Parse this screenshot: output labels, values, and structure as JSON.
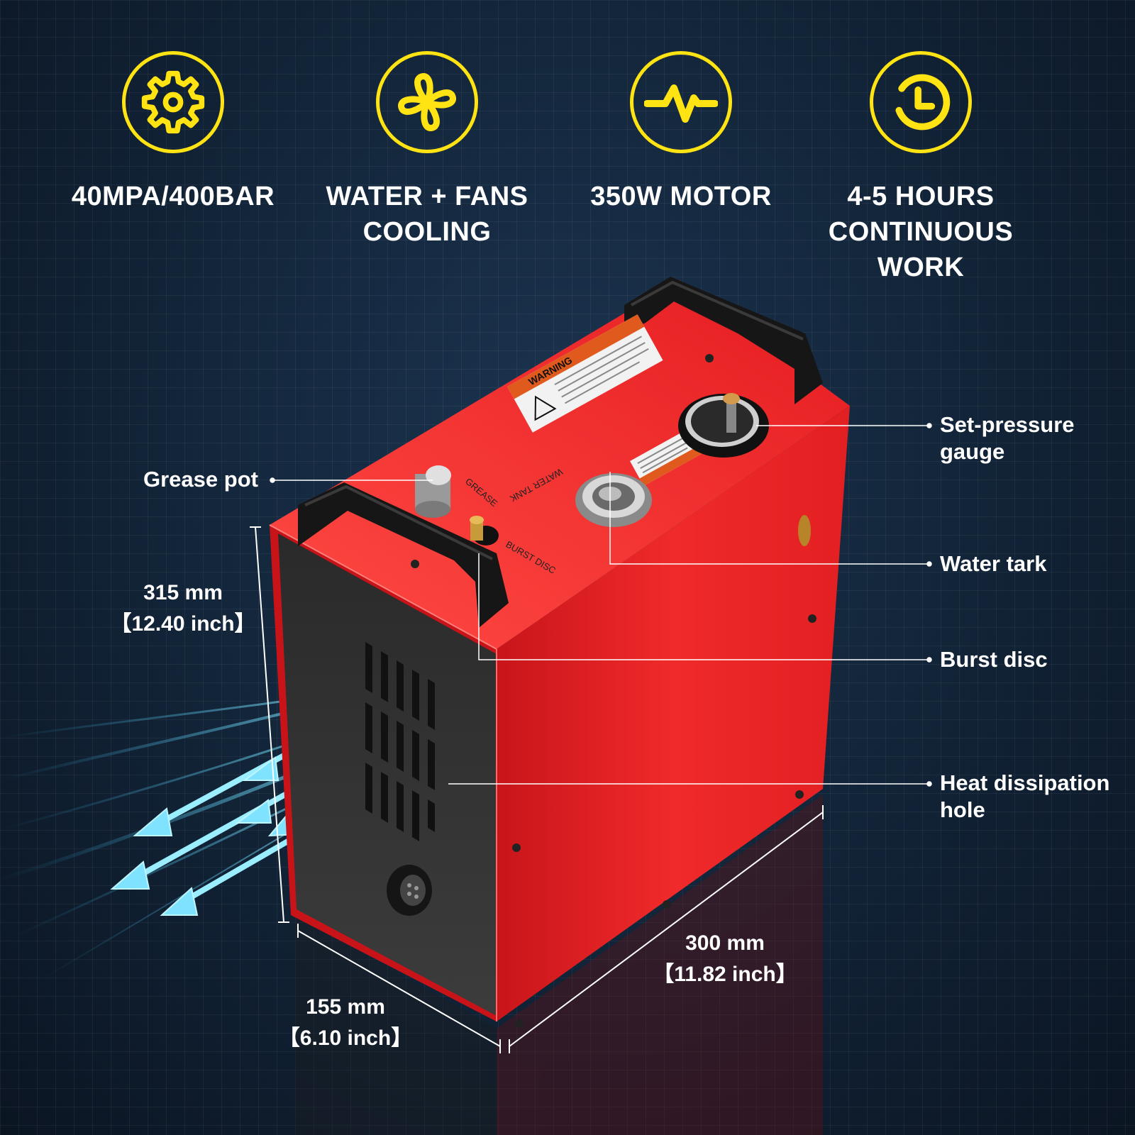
{
  "features": [
    {
      "icon": "gear-icon",
      "line1": "40MPA/400BAR",
      "line2": ""
    },
    {
      "icon": "fan-icon",
      "line1": "WATER + FANS",
      "line2": "COOLING"
    },
    {
      "icon": "pulse-icon",
      "line1": "350W MOTOR",
      "line2": ""
    },
    {
      "icon": "clock-icon",
      "line1": "4-5 HOURS",
      "line2": "CONTINUOUS WORK"
    }
  ],
  "callouts": {
    "grease_pot": "Grease pot",
    "set_pressure_gauge_1": "Set-pressure",
    "set_pressure_gauge_2": "gauge",
    "water_tank": "Water tark",
    "burst_disc": "Burst disc",
    "heat_hole_1": "Heat dissipation",
    "heat_hole_2": "hole"
  },
  "dimensions": {
    "height_mm": "315 mm",
    "height_in": "【12.40 inch】",
    "length_mm": "300 mm",
    "length_in": "【11.82 inch】",
    "width_mm": "155 mm",
    "width_in": "【6.10 inch】"
  },
  "product_labels": {
    "warning": "WARNING",
    "water_tank": "WATER TANK",
    "grease": "GREASE",
    "burst_disc": "BURST DISC"
  },
  "colors": {
    "accent": "#ffe312",
    "body_red": "#e81e1e",
    "panel_dark": "#3a3a3a",
    "airflow": "#7fe3ff"
  }
}
